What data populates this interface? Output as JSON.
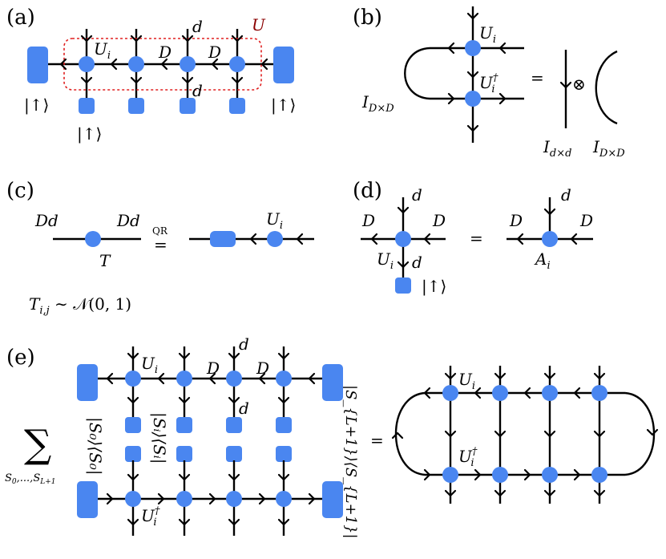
{
  "panels": {
    "a": "(a)",
    "b": "(b)",
    "c": "(c)",
    "d": "(d)",
    "e": "(e)"
  },
  "symbols": {
    "U_big": "U",
    "U": "U",
    "i": "i",
    "dagger": "†",
    "D": "D",
    "d": "d",
    "Dd": "Dd",
    "T": "T",
    "A": "A",
    "ket_up": "|↑⟩",
    "I": "I",
    "DxD": "D×D",
    "dxd": "d×d",
    "otimes": "⊗",
    "equals": "=",
    "qr": "QR",
    "dist": "T",
    "dist_sub": "i,j",
    "dist_rhs": " ∼ 𝒩(0, 1)",
    "sum": "∑",
    "sum_sub": "S",
    "sum_sub0": "0",
    "sum_mid": ",...,",
    "sum_subL": "L+1",
    "proj_S0": "|S₀⟩⟨S₀|",
    "proj_Si": "|Sᵢ⟩⟨Sᵢ|",
    "proj_SL1": "|S_{L+1}⟩⟨S_{L+1}|"
  },
  "colors": {
    "node": "#4a86f0",
    "u_box": "#e02020",
    "u_label": "#8b0000"
  }
}
